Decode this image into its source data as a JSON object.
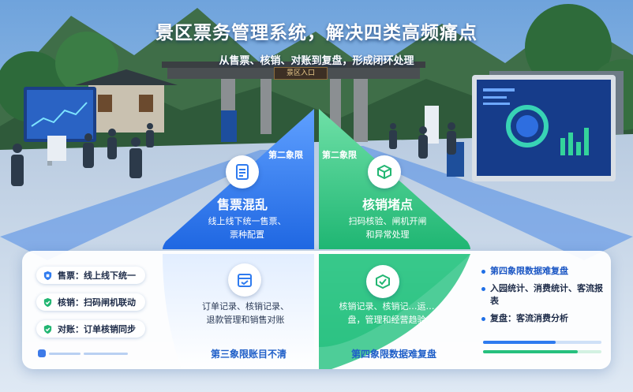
{
  "headline": {
    "title": "景区票务管理系统，解决四类高频痛点",
    "subtitle": "从售票、核销、对账到复盘，形成闭环处理"
  },
  "gate_sign": "景区入口",
  "quadrants": {
    "top_left": {
      "tag": "第二象限",
      "icon": "document-icon",
      "title": "售票混乱",
      "desc_line1": "线上线下统一售票、",
      "desc_line2": "票种配置"
    },
    "top_right": {
      "tag": "第二象限",
      "icon": "box-scan-icon",
      "title": "核销堵点",
      "desc_line1": "扫码核验、闸机开闸",
      "desc_line2": "和异常处理"
    },
    "bottom_left": {
      "icon": "calendar-check-icon",
      "desc_line1": "订单记录、核销记录、",
      "desc_line2": "退款管理和销售对账",
      "caption": "第三象限账目不清"
    },
    "bottom_right": {
      "icon": "box-check-icon",
      "desc_line1": "核销记录、核销记…运…",
      "desc_line2": "盘，管理和经营趋验",
      "caption": "第四象限数据难复盘"
    }
  },
  "left_chips": [
    {
      "icon": "shield-icon",
      "text": "售票：线上线下统一"
    },
    {
      "icon": "shield-check-icon",
      "text": "核销：扫码闸机联动"
    },
    {
      "icon": "shield-check-icon",
      "text": "对账：订单核销同步"
    }
  ],
  "right_list": [
    {
      "text": "第四象限数据难复盘"
    },
    {
      "text": "入园统计、消费统计、客流报表"
    },
    {
      "text": "复盘：客流消费分析"
    }
  ],
  "colors": {
    "blue_quadrant": "#2f7bef",
    "green_quadrant": "#27c07e",
    "accent": "#1f5fc8"
  }
}
